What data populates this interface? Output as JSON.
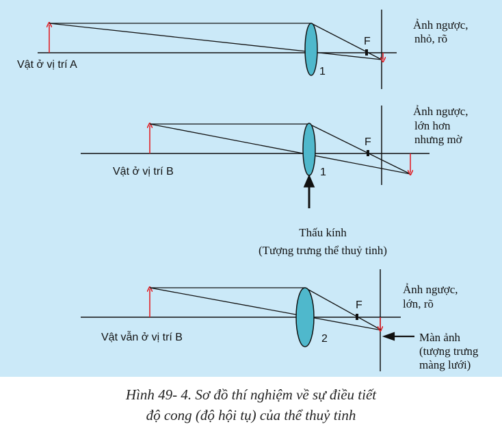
{
  "diagram_a": {
    "object_label": "Vật ở vị trí  A",
    "focus_label": "F",
    "lens_number": "1",
    "image_desc": [
      "Ảnh ngược,",
      "nhỏ, rõ"
    ]
  },
  "diagram_b": {
    "object_label": "Vật ở vị trí  B",
    "focus_label": "F",
    "lens_number": "1",
    "image_desc": [
      "Ảnh ngược,",
      "lớn hơn",
      "nhưng mờ"
    ],
    "lens_caption": [
      "Thấu kính",
      "(Tượng trưng thể thuỷ tinh)"
    ]
  },
  "diagram_c": {
    "object_label": "Vật vẫn ở vị trí  B",
    "focus_label": "F",
    "lens_number": "2",
    "image_desc": [
      "Ảnh ngược,",
      "lớn, rõ"
    ],
    "screen_label": [
      "Màn ảnh",
      "(tượng trưng",
      "màng lưới)"
    ]
  },
  "caption": [
    "Hình 49- 4. Sơ đồ thí nghiệm về sự điều tiết",
    "độ cong (độ hội tụ) của thể thuỷ tinh"
  ],
  "colors": {
    "background": "#cbe9f8",
    "lens": "#4fb8cc",
    "arrow": "#e32027",
    "line": "#111111"
  }
}
